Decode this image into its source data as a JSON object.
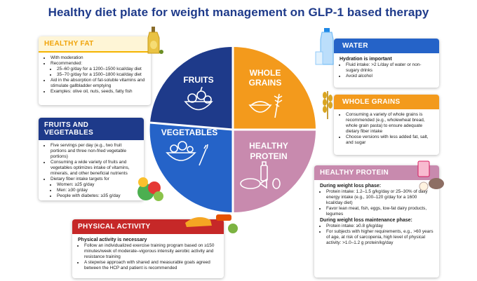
{
  "title": "Healthy diet plate for weight management on GLP-1 based therapy",
  "plate": {
    "fruits": "FRUITS",
    "whole_grains_line1": "WHOLE",
    "whole_grains_line2": "GRAINS",
    "vegetables": "VEGETABLES",
    "protein_line1": "HEALTHY",
    "protein_line2": "PROTEIN",
    "colors": {
      "fruits": "#1e3a8a",
      "whole_grains": "#f39a1c",
      "vegetables": "#2563c8",
      "protein": "#c88aae"
    }
  },
  "healthy_fat": {
    "title": "HEALTHY FAT",
    "items": [
      "With moderation",
      "Recommended:",
      "Aid in the absorption of fat-soluble vitamins and stimulate gallbladder emptying",
      "Examples: olive oil, nuts, seeds, fatty fish"
    ],
    "subitems": [
      "25–60 g/day for a 1200–1500 kcal/day diet",
      "35–70 g/day for a 1500–1800 kcal/day diet"
    ]
  },
  "fruits_veg": {
    "title": "FRUITS AND VEGETABLES",
    "items": [
      "Five servings per day (e.g., two fruit portions and three non-fried vegetable portions)",
      "Consuming a wide variety of fruits and vegetables optimizes intake of vitamins, minerals, and other beneficial nutrients",
      "Dietary fiber intake targets for"
    ],
    "subitems": [
      "Women: ≥25 g/day",
      "Men: ≥30 g/day",
      "People with diabetes: ≥35 g/day"
    ]
  },
  "physical_activity": {
    "title": "PHYSICAL ACTIVITY",
    "subtitle": "Physical activity is necessary",
    "items": [
      "Follow an individualized exercise training program based on ≥150 minutes/week of moderate–vigorous intensity aerobic activity and resistance training",
      "A stepwise approach with shared and measurable goals agreed between the HCP and patient is recommended"
    ]
  },
  "water": {
    "title": "WATER",
    "subtitle": "Hydration is important",
    "items": [
      "Fluid intake: >2 L/day of water or non-sugary drinks",
      "Avoid alcohol"
    ]
  },
  "whole_grains": {
    "title": "WHOLE GRAINS",
    "items": [
      "Consuming a variety of whole grains is recommended (e.g., wholewheat bread, whole grain pasta) to ensure adequate dietary fiber intake",
      "Choose versions with less added fat, salt, and sugar"
    ]
  },
  "healthy_protein": {
    "title": "HEALTHY PROTEIN",
    "phase1": "During weight loss phase:",
    "phase1_items": [
      "Protein intake: 1.2–1.5 g/kg/day or 25–30% of daily energy intake (e.g., 100–120 g/day for a 1600 kcal/day diet)",
      "Favor lean meat, fish, eggs, low-fat dairy products, legumes"
    ],
    "phase2": "During weight loss maintenance phase:",
    "phase2_items": [
      "Protein intake: ≥0.8 g/kg/day",
      "For subjects with higher requirements, e.g., >60 years of age, at risk of sarcopenia, high level of physical activity: >1.0–1.2 g protein/kg/day"
    ]
  }
}
